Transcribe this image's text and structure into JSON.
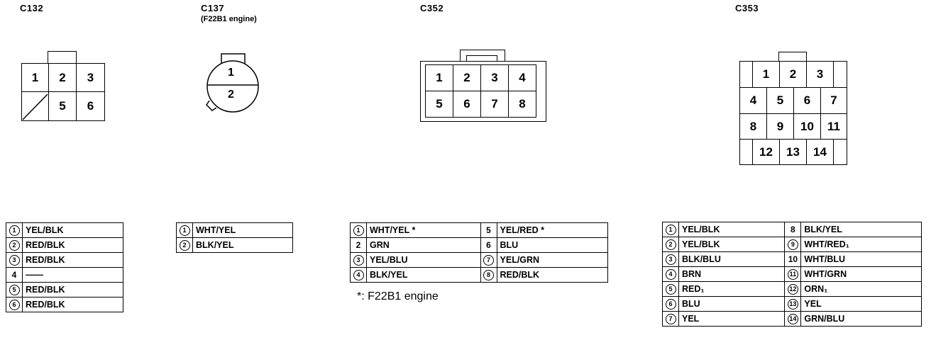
{
  "connectors": {
    "c132": {
      "title": "C132",
      "pins": [
        "1",
        "2",
        "3",
        "5",
        "6"
      ],
      "wires": [
        {
          "pin": "1",
          "circled": true,
          "color": "YEL/BLK"
        },
        {
          "pin": "2",
          "circled": true,
          "color": "RED/BLK"
        },
        {
          "pin": "3",
          "circled": true,
          "color": "RED/BLK"
        },
        {
          "pin": "4",
          "circled": false,
          "color": "——"
        },
        {
          "pin": "5",
          "circled": true,
          "color": "RED/BLK"
        },
        {
          "pin": "6",
          "circled": true,
          "color": "RED/BLK"
        }
      ]
    },
    "c137": {
      "title": "C137",
      "subtitle": "(F22B1 engine)",
      "pins": [
        "1",
        "2"
      ],
      "wires": [
        {
          "pin": "1",
          "circled": true,
          "color": "WHT/YEL"
        },
        {
          "pin": "2",
          "circled": true,
          "color": "BLK/YEL"
        }
      ]
    },
    "c352": {
      "title": "C352",
      "pins": [
        "1",
        "2",
        "3",
        "4",
        "5",
        "6",
        "7",
        "8"
      ],
      "wires": [
        {
          "pin": "1",
          "circled": true,
          "color": "WHT/YEL *"
        },
        {
          "pin": "2",
          "circled": false,
          "color": "GRN"
        },
        {
          "pin": "3",
          "circled": true,
          "color": "YEL/BLU"
        },
        {
          "pin": "4",
          "circled": true,
          "color": "BLK/YEL"
        },
        {
          "pin": "5",
          "circled": false,
          "color": "YEL/RED *"
        },
        {
          "pin": "6",
          "circled": false,
          "color": "BLU"
        },
        {
          "pin": "7",
          "circled": true,
          "color": "YEL/GRN"
        },
        {
          "pin": "8",
          "circled": true,
          "color": "RED/BLK"
        }
      ],
      "note": "*: F22B1 engine"
    },
    "c353": {
      "title": "C353",
      "pins": [
        "1",
        "2",
        "3",
        "4",
        "5",
        "6",
        "7",
        "8",
        "9",
        "10",
        "11",
        "12",
        "13",
        "14"
      ],
      "wires": [
        {
          "pin": "1",
          "circled": true,
          "color": "YEL/BLK"
        },
        {
          "pin": "2",
          "circled": true,
          "color": "YEL/BLK"
        },
        {
          "pin": "3",
          "circled": true,
          "color": "BLK/BLU"
        },
        {
          "pin": "4",
          "circled": true,
          "color": "BRN"
        },
        {
          "pin": "5",
          "circled": true,
          "color": "RED₁"
        },
        {
          "pin": "6",
          "circled": true,
          "color": "BLU"
        },
        {
          "pin": "7",
          "circled": true,
          "color": "YEL"
        },
        {
          "pin": "8",
          "circled": false,
          "color": "BLK/YEL"
        },
        {
          "pin": "9",
          "circled": true,
          "color": "WHT/RED₁"
        },
        {
          "pin": "10",
          "circled": false,
          "color": "WHT/BLU"
        },
        {
          "pin": "11",
          "circled": true,
          "color": "WHT/GRN"
        },
        {
          "pin": "12",
          "circled": true,
          "color": "ORN₁"
        },
        {
          "pin": "13",
          "circled": true,
          "color": "YEL"
        },
        {
          "pin": "14",
          "circled": true,
          "color": "GRN/BLU"
        }
      ]
    }
  }
}
